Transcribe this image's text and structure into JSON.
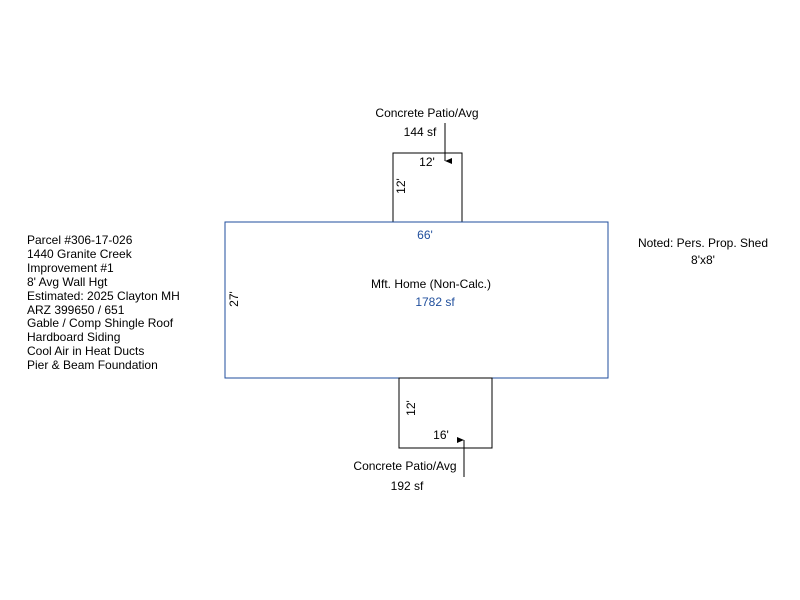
{
  "parcel_notes": [
    "Parcel #306-17-026",
    "1440 Granite Creek",
    "Improvement #1",
    "8' Avg Wall Hgt",
    "Estimated: 2025 Clayton MH",
    "ARZ 399650 / 651",
    "Gable / Comp Shingle Roof",
    "Hardboard Siding",
    "Cool Air in Heat Ducts",
    "Pier & Beam Foundation"
  ],
  "side_note": {
    "line1": "Noted: Pers. Prop. Shed",
    "line2": "8'x8'"
  },
  "main_home": {
    "label": "Mft. Home (Non-Calc.)",
    "area": "1782 sf",
    "width_label": "66'",
    "depth_label": "27'",
    "outline_color": "#1f4e9c"
  },
  "top_patio": {
    "label": "Concrete Patio/Avg",
    "area": "144 sf",
    "width_label": "12'",
    "depth_label": "12'"
  },
  "bottom_patio": {
    "label": "Concrete Patio/Avg",
    "area": "192 sf",
    "width_label": "16'",
    "depth_label": "12'"
  }
}
